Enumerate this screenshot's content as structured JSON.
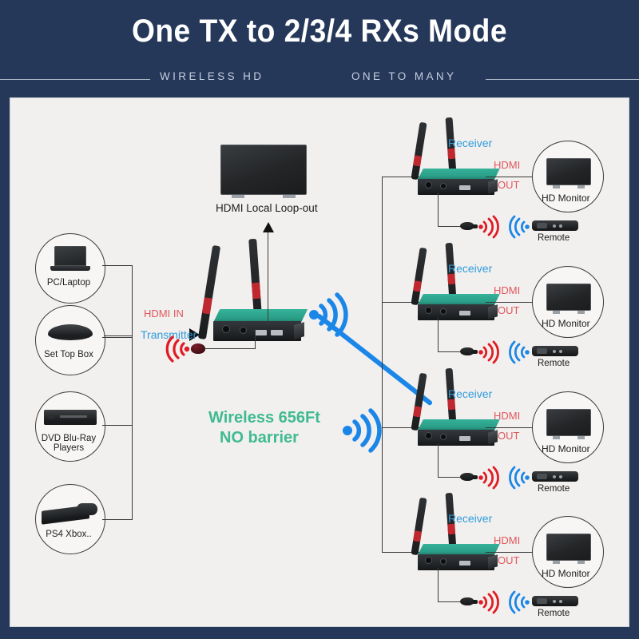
{
  "banner": {
    "title": "One TX to 2/3/4 RXs Mode",
    "left_tag": "WIRELESS HD",
    "right_tag": "ONE TO MANY"
  },
  "sources": [
    {
      "label": "PC/Laptop",
      "icon": "laptop-icon"
    },
    {
      "label": "Set Top Box",
      "icon": "set-top-box-icon"
    },
    {
      "label": "DVD Blu-Ray\nPlayers",
      "line1": "DVD Blu-Ray",
      "line2": "Players",
      "icon": "dvd-player-icon"
    },
    {
      "label": "PS4 Xbox..",
      "icon": "game-console-icon"
    }
  ],
  "transmitter": {
    "hdmi_in": "HDMI IN",
    "name": "Transmitter",
    "ir_emitter": "ir-emitter-icon"
  },
  "loop_out": {
    "label": "HDMI Local Loop-out",
    "monitor": "tv-icon"
  },
  "wireless": {
    "line1": "Wireless 656Ft",
    "line2": "NO barrier",
    "distance": "656Ft",
    "signal_icon": "wifi-signal-icon"
  },
  "receivers": [
    {
      "name": "Receiver",
      "hdmi_out_1": "HDMI",
      "hdmi_out_2": "OUT",
      "monitor": "HD Monitor",
      "remote": "Remote"
    },
    {
      "name": "Receiver",
      "hdmi_out_1": "HDMI",
      "hdmi_out_2": "OUT",
      "monitor": "HD Monitor",
      "remote": "Remote"
    },
    {
      "name": "Receiver",
      "hdmi_out_1": "HDMI",
      "hdmi_out_2": "OUT",
      "monitor": "HD Monitor",
      "remote": "Remote"
    },
    {
      "name": "Receiver",
      "hdmi_out_1": "HDMI",
      "hdmi_out_2": "OUT",
      "monitor": "HD Monitor",
      "remote": "Remote"
    }
  ],
  "colors": {
    "banner_bg": "#25385a",
    "panel_bg": "#f2f0ee",
    "red_label": "#e0565c",
    "blue_label": "#2f9bdc",
    "teal_text": "#3fba92",
    "wifi_blue": "#1a86e8",
    "ir_red": "#e01b24",
    "device_teal": "#2a9d87"
  }
}
